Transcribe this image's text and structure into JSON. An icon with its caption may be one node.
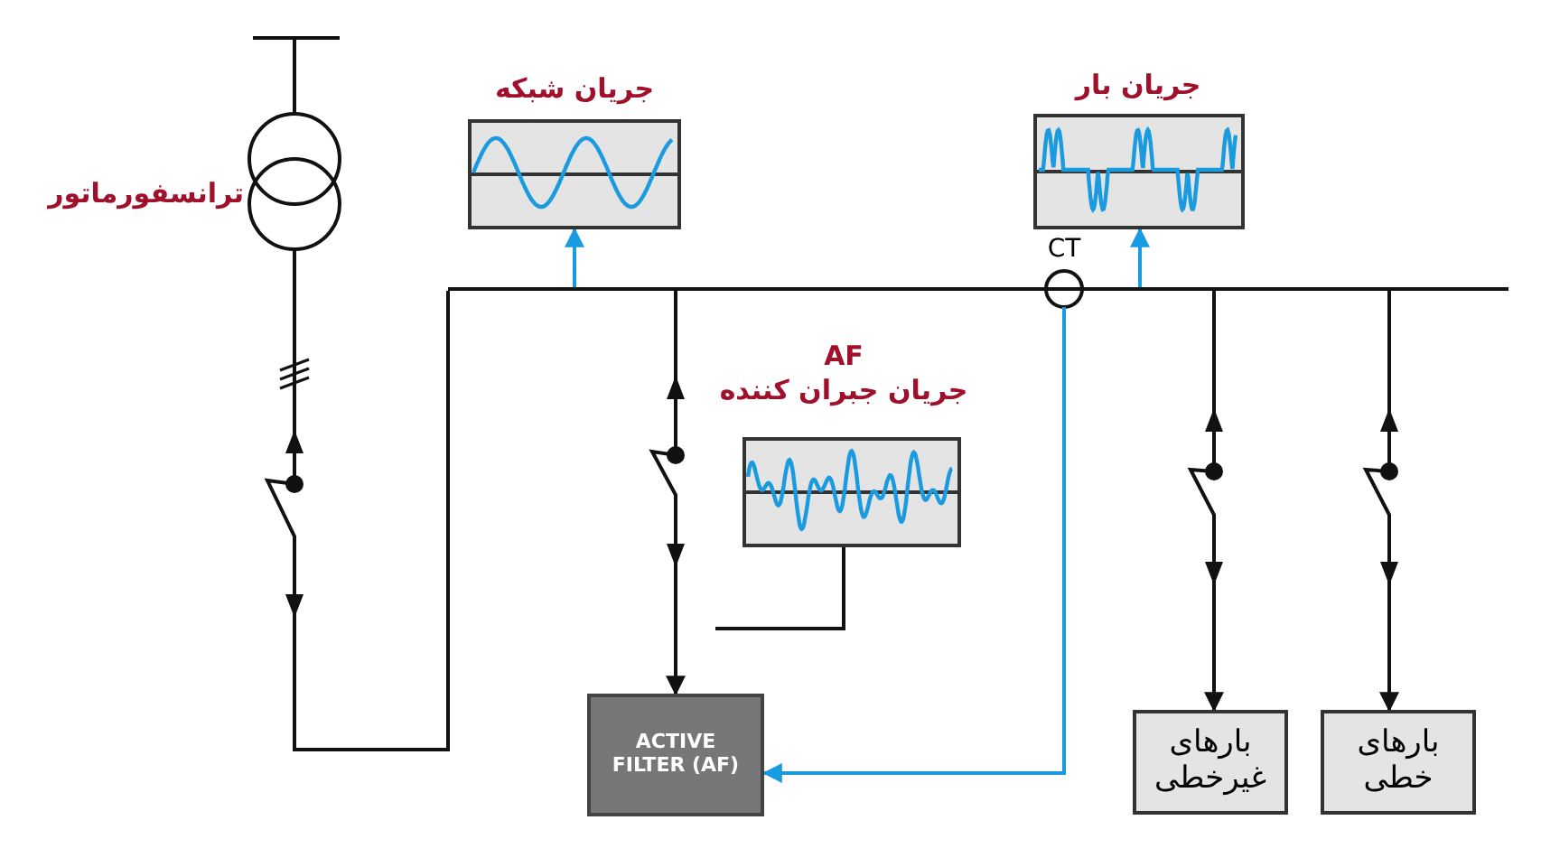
{
  "diagram": {
    "nodes": [
      {
        "text": [
          "جریان شبکه"
        ]
      },
      {
        "text": [
          "جریان بار"
        ]
      },
      {
        "text": [
          "AF",
          "جریان جبران کننده"
        ]
      },
      {
        "text": [
          "ACTIVE FILTER (AF)"
        ]
      },
      {
        "text": [
          "بارهای غیرخطی"
        ]
      },
      {
        "text": [
          "بارهای خطی"
        ]
      },
      {
        "text": [
          "CT"
        ]
      },
      {
        "text": [
          "ترانسفورماتور"
        ]
      },
      {
        "text": [],
        "shape": "bar"
      }
    ],
    "edges": [
      {
        "from": 8,
        "to": 0,
        "arrow": "to",
        "color": "#1a9be0"
      },
      {
        "from": 8,
        "to": 1,
        "arrow": "to",
        "color": "#1a9be0"
      },
      {
        "from": 6,
        "to": 3,
        "arrow": "to",
        "color": "#1a9be0"
      },
      {
        "from": 7,
        "to": 8,
        "arrow": "to"
      },
      {
        "from": 8,
        "to": 3,
        "arrow": "to"
      },
      {
        "from": 8,
        "to": 4,
        "arrow": "to"
      },
      {
        "from": 8,
        "to": 5,
        "arrow": "to"
      },
      {
        "from": 2,
        "to": null,
        "arrow": "none"
      }
    ]
  }
}
